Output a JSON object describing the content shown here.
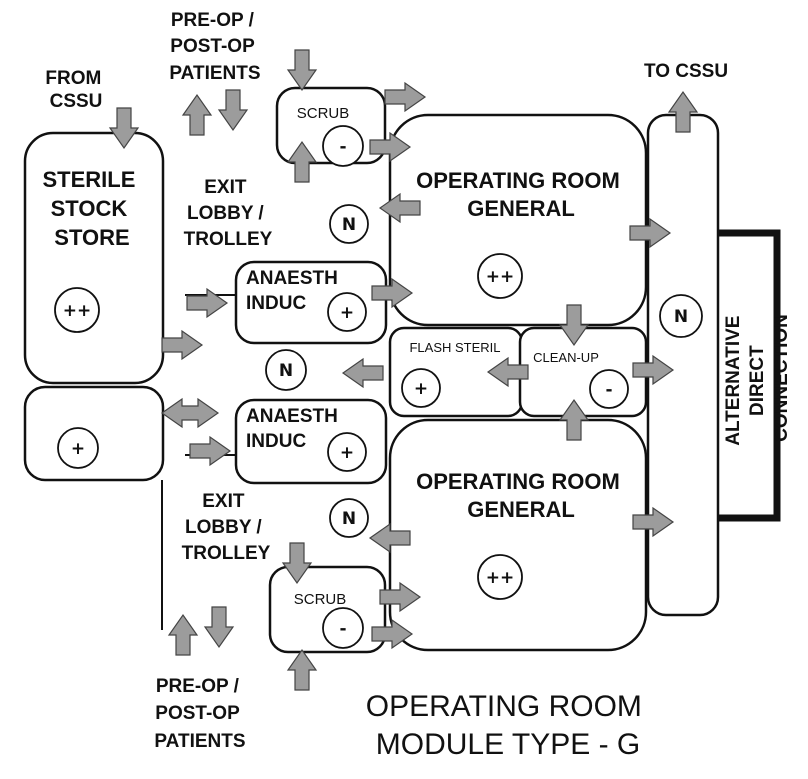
{
  "labels": {
    "from_cssu": [
      "FROM",
      "CSSU"
    ],
    "pre_post_top": [
      "PRE-OP /",
      "POST-OP",
      "PATIENTS"
    ],
    "pre_post_bottom": [
      "PRE-OP /",
      "POST-OP",
      "PATIENTS"
    ],
    "to_cssu": "TO CSSU",
    "sterile_store": [
      "STERILE",
      "STOCK",
      "STORE"
    ],
    "exit_top": [
      "EXIT",
      "LOBBY /",
      "TROLLEY"
    ],
    "exit_bottom": [
      "EXIT",
      "LOBBY /",
      "TROLLEY"
    ],
    "scrub_top": "SCRUB",
    "scrub_bottom": "SCRUB",
    "or_top": [
      "OPERATING ROOM",
      "GENERAL"
    ],
    "or_bottom": [
      "OPERATING ROOM",
      "GENERAL"
    ],
    "anaesth_top": [
      "ANAESTH",
      "INDUC"
    ],
    "anaesth_bottom": [
      "ANAESTH",
      "INDUC"
    ],
    "flash_steril": "FLASH STERIL",
    "clean_up": "CLEAN-UP",
    "alternative": [
      "ALTERNATIVE",
      "DIRECT",
      "CONNECTION"
    ],
    "title": [
      "OPERATING ROOM",
      "MODULE TYPE - G"
    ]
  },
  "pressure": {
    "sterile_store": "++",
    "lower_store": "+",
    "scrub_top": "-",
    "scrub_bottom": "-",
    "or_top": "++",
    "or_bottom": "++",
    "anaesth_top": "+",
    "anaesth_bottom": "+",
    "flash_steril": "+",
    "clean_up": "-",
    "neutral_top": "N",
    "neutral_middle": "N",
    "neutral_bottom": "N",
    "neutral_right": "N"
  }
}
